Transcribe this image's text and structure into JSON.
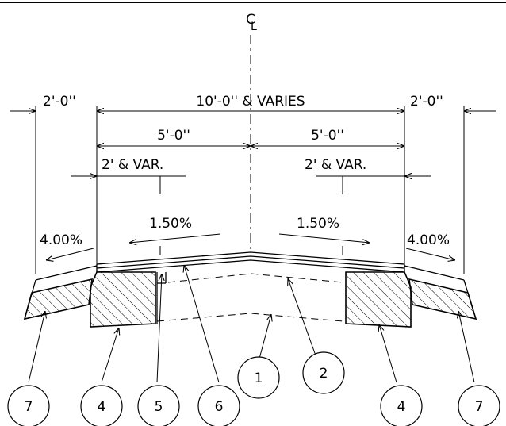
{
  "centerline_symbol": {
    "c": "C",
    "l": "L"
  },
  "dimensions": {
    "left_outer": "2'-0''",
    "overall": "10'-0'' & VARIES",
    "right_outer": "2'-0''",
    "left_half": "5'-0''",
    "right_half": "5'-0''",
    "left_var": "2' & VAR.",
    "right_var": "2' & VAR."
  },
  "slopes": {
    "left_shoulder": "4.00%",
    "left_lane": "1.50%",
    "right_lane": "1.50%",
    "right_shoulder": "4.00%"
  },
  "callouts": [
    "7",
    "4",
    "5",
    "6",
    "1",
    "2",
    "4",
    "7"
  ]
}
